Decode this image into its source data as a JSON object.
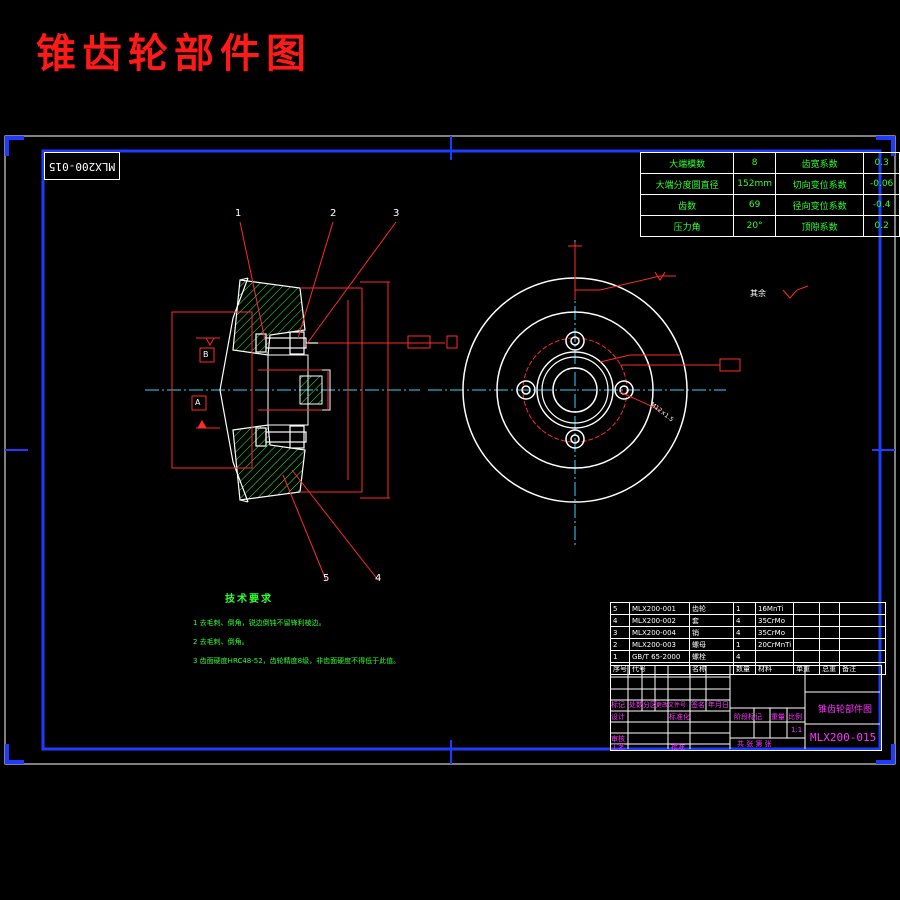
{
  "drawing": {
    "title": "锥齿轮部件图",
    "code": "MLX200-015"
  },
  "param_table": [
    {
      "label": "大端模数",
      "value": "8",
      "label2": "齿宽系数",
      "value2": "0.3"
    },
    {
      "label": "大端分度圆直径",
      "value": "152mm",
      "label2": "切向变位系数",
      "value2": "-0.06"
    },
    {
      "label": "齿数",
      "value": "69",
      "label2": "径向变位系数",
      "value2": "-0.4"
    },
    {
      "label": "压力角",
      "value": "20°",
      "label2": "顶隙系数",
      "value2": "0.2"
    }
  ],
  "balloons": [
    "1",
    "2",
    "3",
    "4",
    "5"
  ],
  "tech": {
    "title": "技术要求",
    "items": [
      "1  去毛刺、倒角，锐边倒钝不留锋利棱边。",
      "2  去毛刺、倒角。",
      "3  齿面硬度HRC48-52，齿轮精度8级，非齿面硬度不得低于此值。"
    ]
  },
  "bom": {
    "rows": [
      {
        "no": "5",
        "code": "MLX200-001",
        "name": "齿轮",
        "qty": "1",
        "mat": "16MnTi"
      },
      {
        "no": "4",
        "code": "MLX200-002",
        "name": "套",
        "qty": "4",
        "mat": "35CrMo"
      },
      {
        "no": "3",
        "code": "MLX200-004",
        "name": "销",
        "qty": "4",
        "mat": "35CrMo"
      },
      {
        "no": "2",
        "code": "MLX200-003",
        "name": "螺母",
        "qty": "1",
        "mat": "20CrMnTi"
      },
      {
        "no": "1",
        "code": "GB/T 65-2000",
        "name": "螺栓",
        "qty": "4",
        "mat": ""
      }
    ],
    "header": [
      "序号",
      "代号",
      "名称",
      "数量",
      "材料",
      "单重",
      "总重",
      "备注"
    ]
  },
  "title_block": {
    "part_name": "锥齿轮部件图",
    "code": "MLX200-015",
    "row_labels": [
      "标记",
      "处数",
      "分区",
      "更改文件号",
      "签名",
      "年月日"
    ],
    "designer": "设计",
    "standard": "标准化",
    "stage": "阶段标记",
    "weight": "重量",
    "scale": "比例",
    "check": "审核",
    "process": "工艺",
    "approve": "批准",
    "sheets": "共  张  第  张",
    "scale_val": "1:1"
  },
  "annotations": {
    "datum_a": "A",
    "datum_b": "B",
    "other": "其余"
  },
  "colors": {
    "frame": "#ffffff",
    "border": "#1f3bff",
    "centerline": "#33d6ff",
    "dimension": "#ff2a2a",
    "hatch": "#2fff2f",
    "text": "#ff33ff"
  }
}
